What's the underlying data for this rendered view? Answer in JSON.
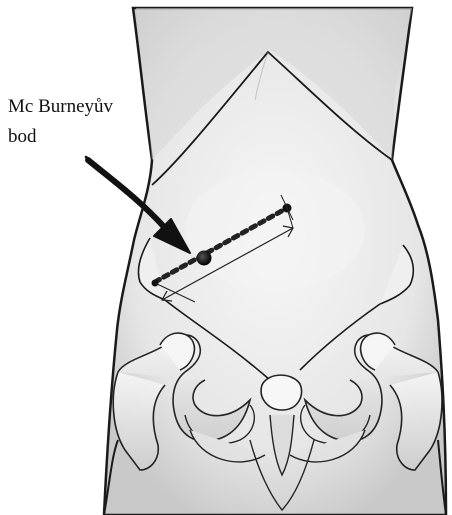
{
  "figure": {
    "annotation": {
      "line1": "Mc Burneyův",
      "line2": "bod"
    },
    "colors": {
      "background": "#ffffff",
      "skin": "#ececec",
      "skin_shadow": "#dcdcdc",
      "outline": "#1a1a1a",
      "bone": "#f2f2f2",
      "bone_shadow": "#c8c8c8",
      "chest_shade": "#cfcfcf",
      "marker": "#111111"
    },
    "elements": {
      "torso": "torso-outline",
      "pelvis": "pelvis-bones",
      "pointer": "arrow",
      "landmark": "mcburney-point",
      "line": "spinoumbilical-line",
      "measure": "double-headed-arrow"
    }
  }
}
